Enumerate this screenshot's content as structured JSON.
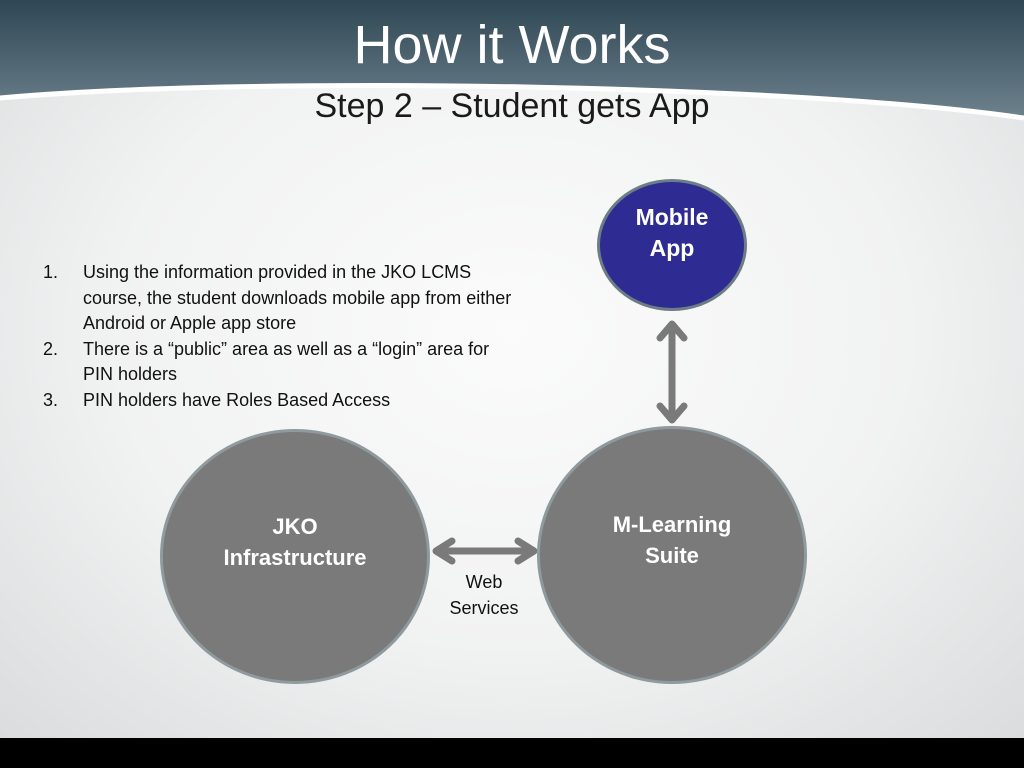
{
  "slide": {
    "title": "How it Works",
    "subtitle": "Step 2 – Student gets App"
  },
  "steps": [
    {
      "number": "1.",
      "text": "Using the information provided in the JKO LCMS course, the student downloads mobile app from either Android or Apple app store"
    },
    {
      "number": "2.",
      "text": "There is a “public” area as well as a “login” area for PIN holders"
    },
    {
      "number": "3.",
      "text": "PIN holders have Roles Based Access"
    }
  ],
  "diagram": {
    "mobile_app": {
      "line1": "Mobile",
      "line2": "App"
    },
    "jko": {
      "line1": "JKO",
      "line2": "Infrastructure"
    },
    "mlearning": {
      "line1": "M-Learning",
      "line2": "Suite"
    },
    "web_services": {
      "line1": "Web",
      "line2": "Services"
    }
  },
  "colors": {
    "mobile_app_fill": "#2e2c92",
    "node_fill": "#7a7a7a",
    "arrow": "#7a7a7a",
    "header": "#3f5866"
  }
}
